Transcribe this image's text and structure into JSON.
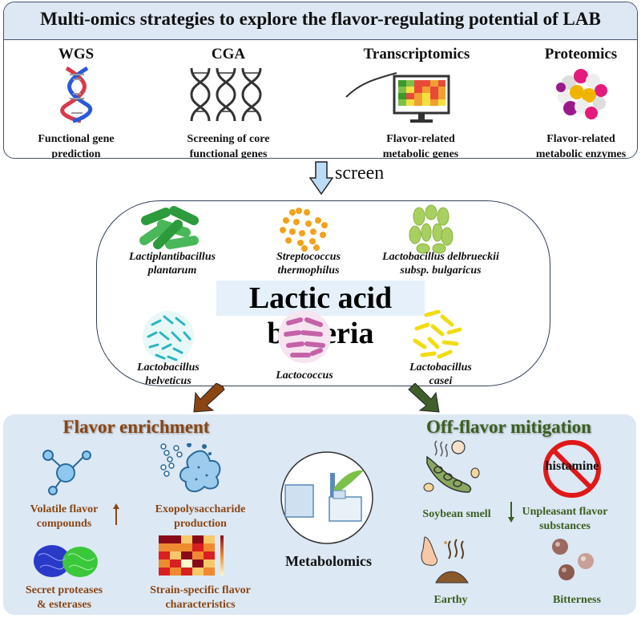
{
  "header": {
    "title": "Multi-omics strategies to explore the flavor-regulating potential of LAB"
  },
  "techniques": [
    {
      "name": "WGS",
      "description_line1": "Functional gene",
      "description_line2": "prediction",
      "icon": "dna-helix-icon"
    },
    {
      "name": "CGA",
      "description_line1": "Screening of core",
      "description_line2": "functional genes",
      "icon": "triple-dna-icon"
    },
    {
      "name": "Transcriptomics",
      "description_line1": "Flavor-related",
      "description_line2": "metabolic genes",
      "icon": "rna-heatmap-monitor-icon"
    },
    {
      "name": "Proteomics",
      "description_line1": "Flavor-related",
      "description_line2": "metabolic enzymes",
      "icon": "protein-structure-icon"
    }
  ],
  "screen_arrow": {
    "label": "screen"
  },
  "lab": {
    "title": "Lactic acid bacteria",
    "species": [
      {
        "line1": "Lactiplantibacillus",
        "line2": "plantarum",
        "color": "#3aa845"
      },
      {
        "line1": "Streptococcus",
        "line2": "thermophilus",
        "color": "#f0a020"
      },
      {
        "line1": "Lactobacillus delbrueckii",
        "line2": "subsp. bulgaricus",
        "color": "#9acd5a"
      },
      {
        "line1": "Lactobacillus",
        "line2": "helveticus",
        "color": "#2bb5c0"
      },
      {
        "line1": "Lactococcus",
        "line2": "",
        "color": "#c462a8"
      },
      {
        "line1": "Lactobacillus",
        "line2": "casei",
        "color": "#f2dc10"
      }
    ]
  },
  "flavor_enrichment": {
    "title": "Flavor enrichment",
    "color": "#8b4513",
    "items": [
      {
        "line1": "Volatile flavor",
        "line2": "compounds"
      },
      {
        "line1": "Exopolysaccharide",
        "line2": "production"
      },
      {
        "line1": "Secret proteases",
        "line2": "& esterases"
      },
      {
        "line1": "Strain-specific flavor",
        "line2": "characteristics"
      }
    ],
    "trend": "up"
  },
  "metabolomics": {
    "label": "Metabolomics"
  },
  "off_flavor": {
    "title": "Off-flavor mitigation",
    "color": "#3a5f1f",
    "histamine_label": "histamine",
    "items": [
      {
        "line1": "Soybean smell",
        "line2": ""
      },
      {
        "line1": "Unpleasant flavor",
        "line2": "substances"
      },
      {
        "line1": "Earthy",
        "line2": ""
      },
      {
        "line1": "Bitterness",
        "line2": ""
      }
    ],
    "trend": "down"
  },
  "colors": {
    "header_bg": "#dde8f4",
    "border": "#44546a",
    "bottom_bg": "#dce8f4",
    "arrow_brown": "#8b4513",
    "arrow_green": "#3f5f2a",
    "screen_arrow": "#bcdcf5"
  }
}
